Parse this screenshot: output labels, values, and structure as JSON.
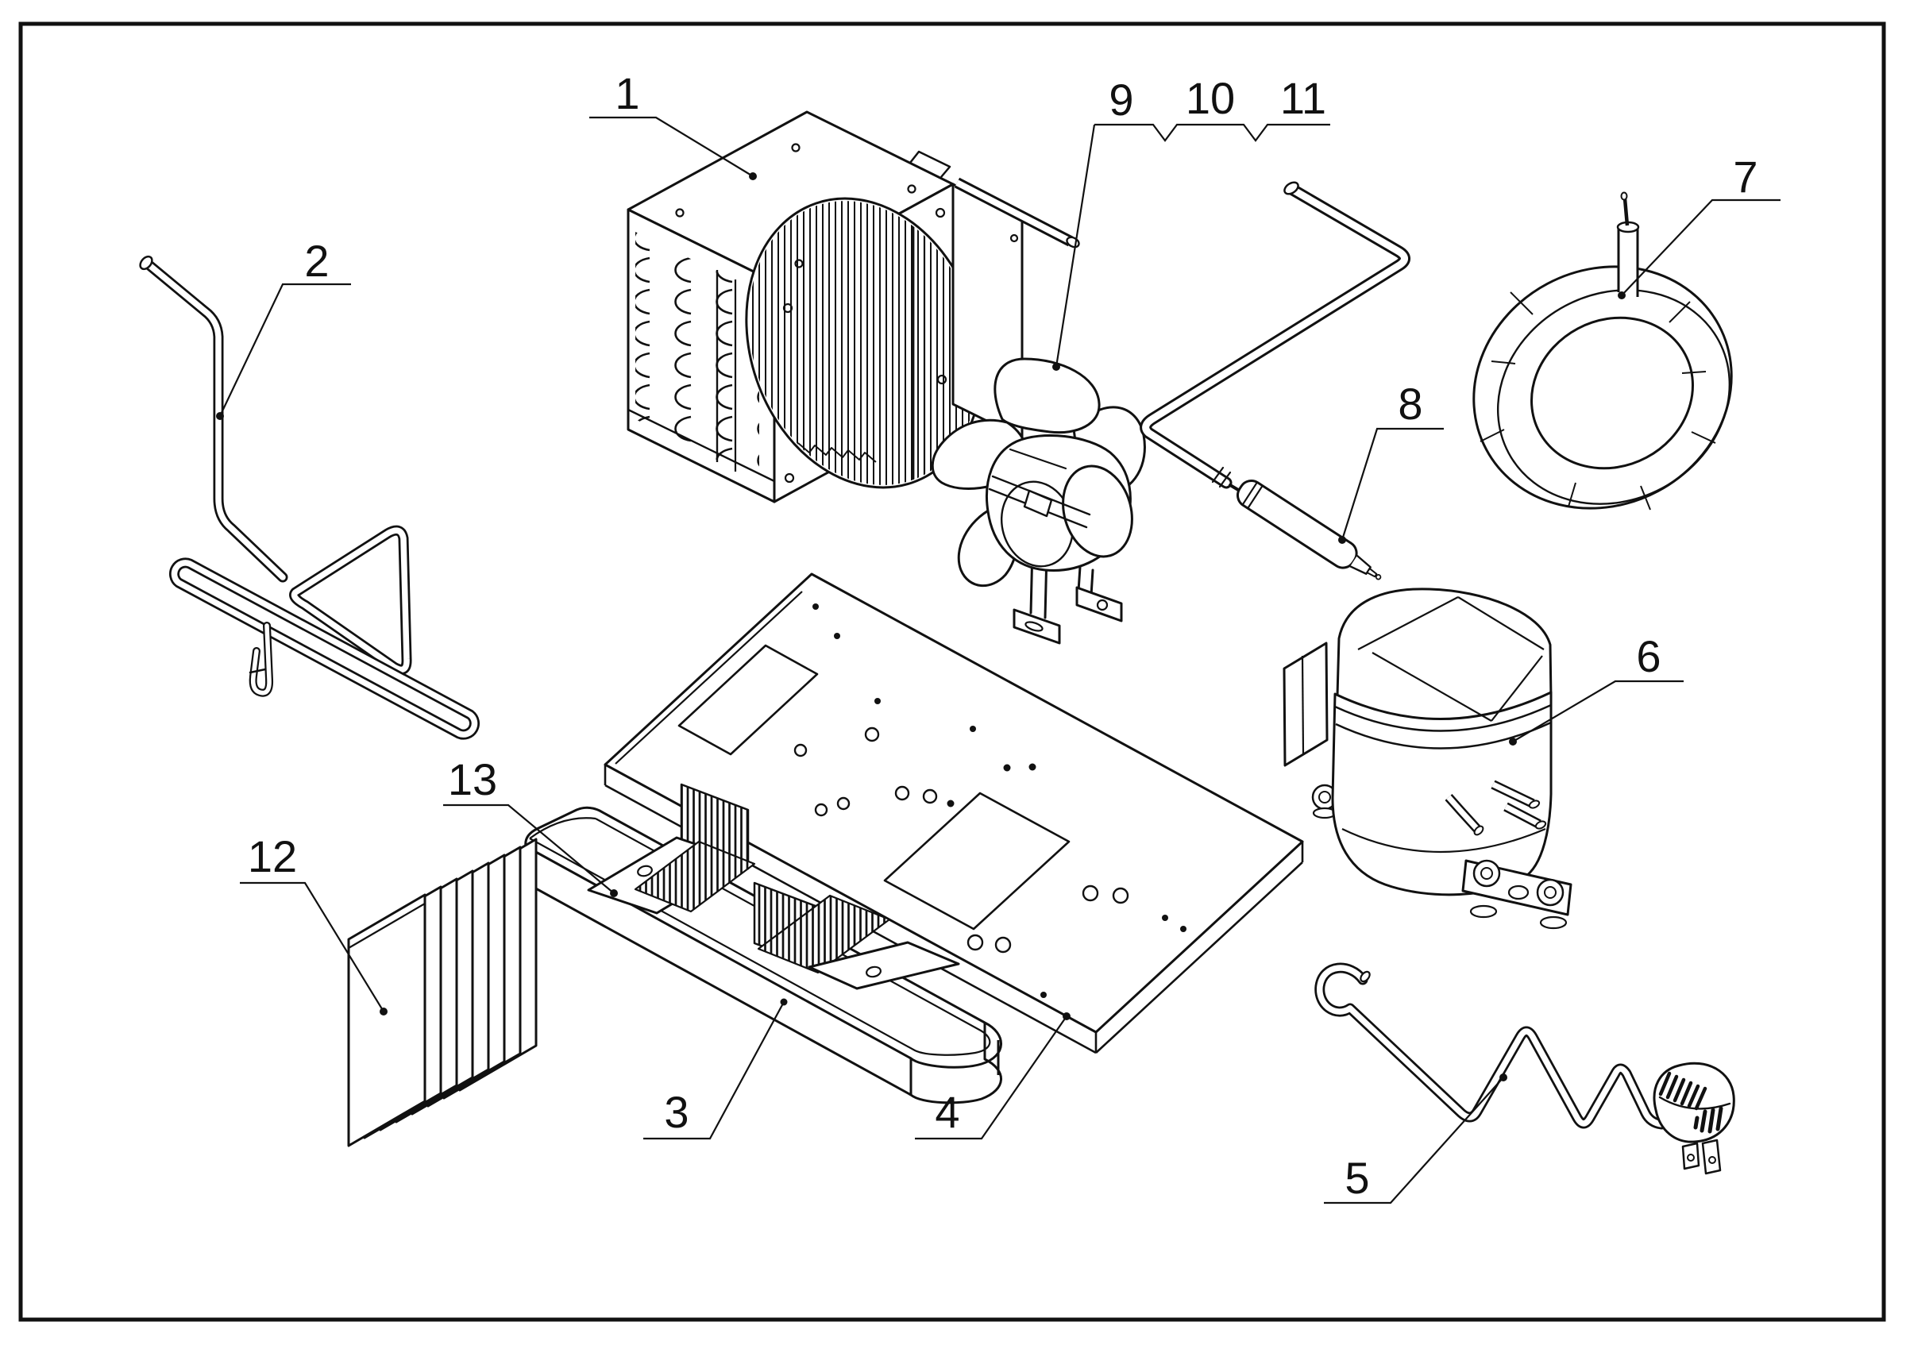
{
  "figure": {
    "type": "exploded-parts-diagram",
    "description": "Isometric exploded view of a refrigeration/cooling unit with 13 numbered parts",
    "background_color": "#ffffff",
    "line_color": "#111111"
  },
  "labels": [
    {
      "num": "1",
      "part": "condenser-assembly"
    },
    {
      "num": "2",
      "part": "bent-wire-tube-frame"
    },
    {
      "num": "3",
      "part": "heat-sink"
    },
    {
      "num": "4",
      "part": "base-plate"
    },
    {
      "num": "5",
      "part": "power-cord-and-plug"
    },
    {
      "num": "6",
      "part": "compressor"
    },
    {
      "num": "7",
      "part": "coiled-tube"
    },
    {
      "num": "8",
      "part": "filter-drier"
    },
    {
      "num": "9",
      "part": "fan"
    },
    {
      "num": "10",
      "part": "connecting-tube"
    },
    {
      "num": "11",
      "part": "connecting-tube"
    },
    {
      "num": "12",
      "part": "fin-plate-stack"
    },
    {
      "num": "13",
      "part": "tray-heat-sink-assembly"
    }
  ]
}
